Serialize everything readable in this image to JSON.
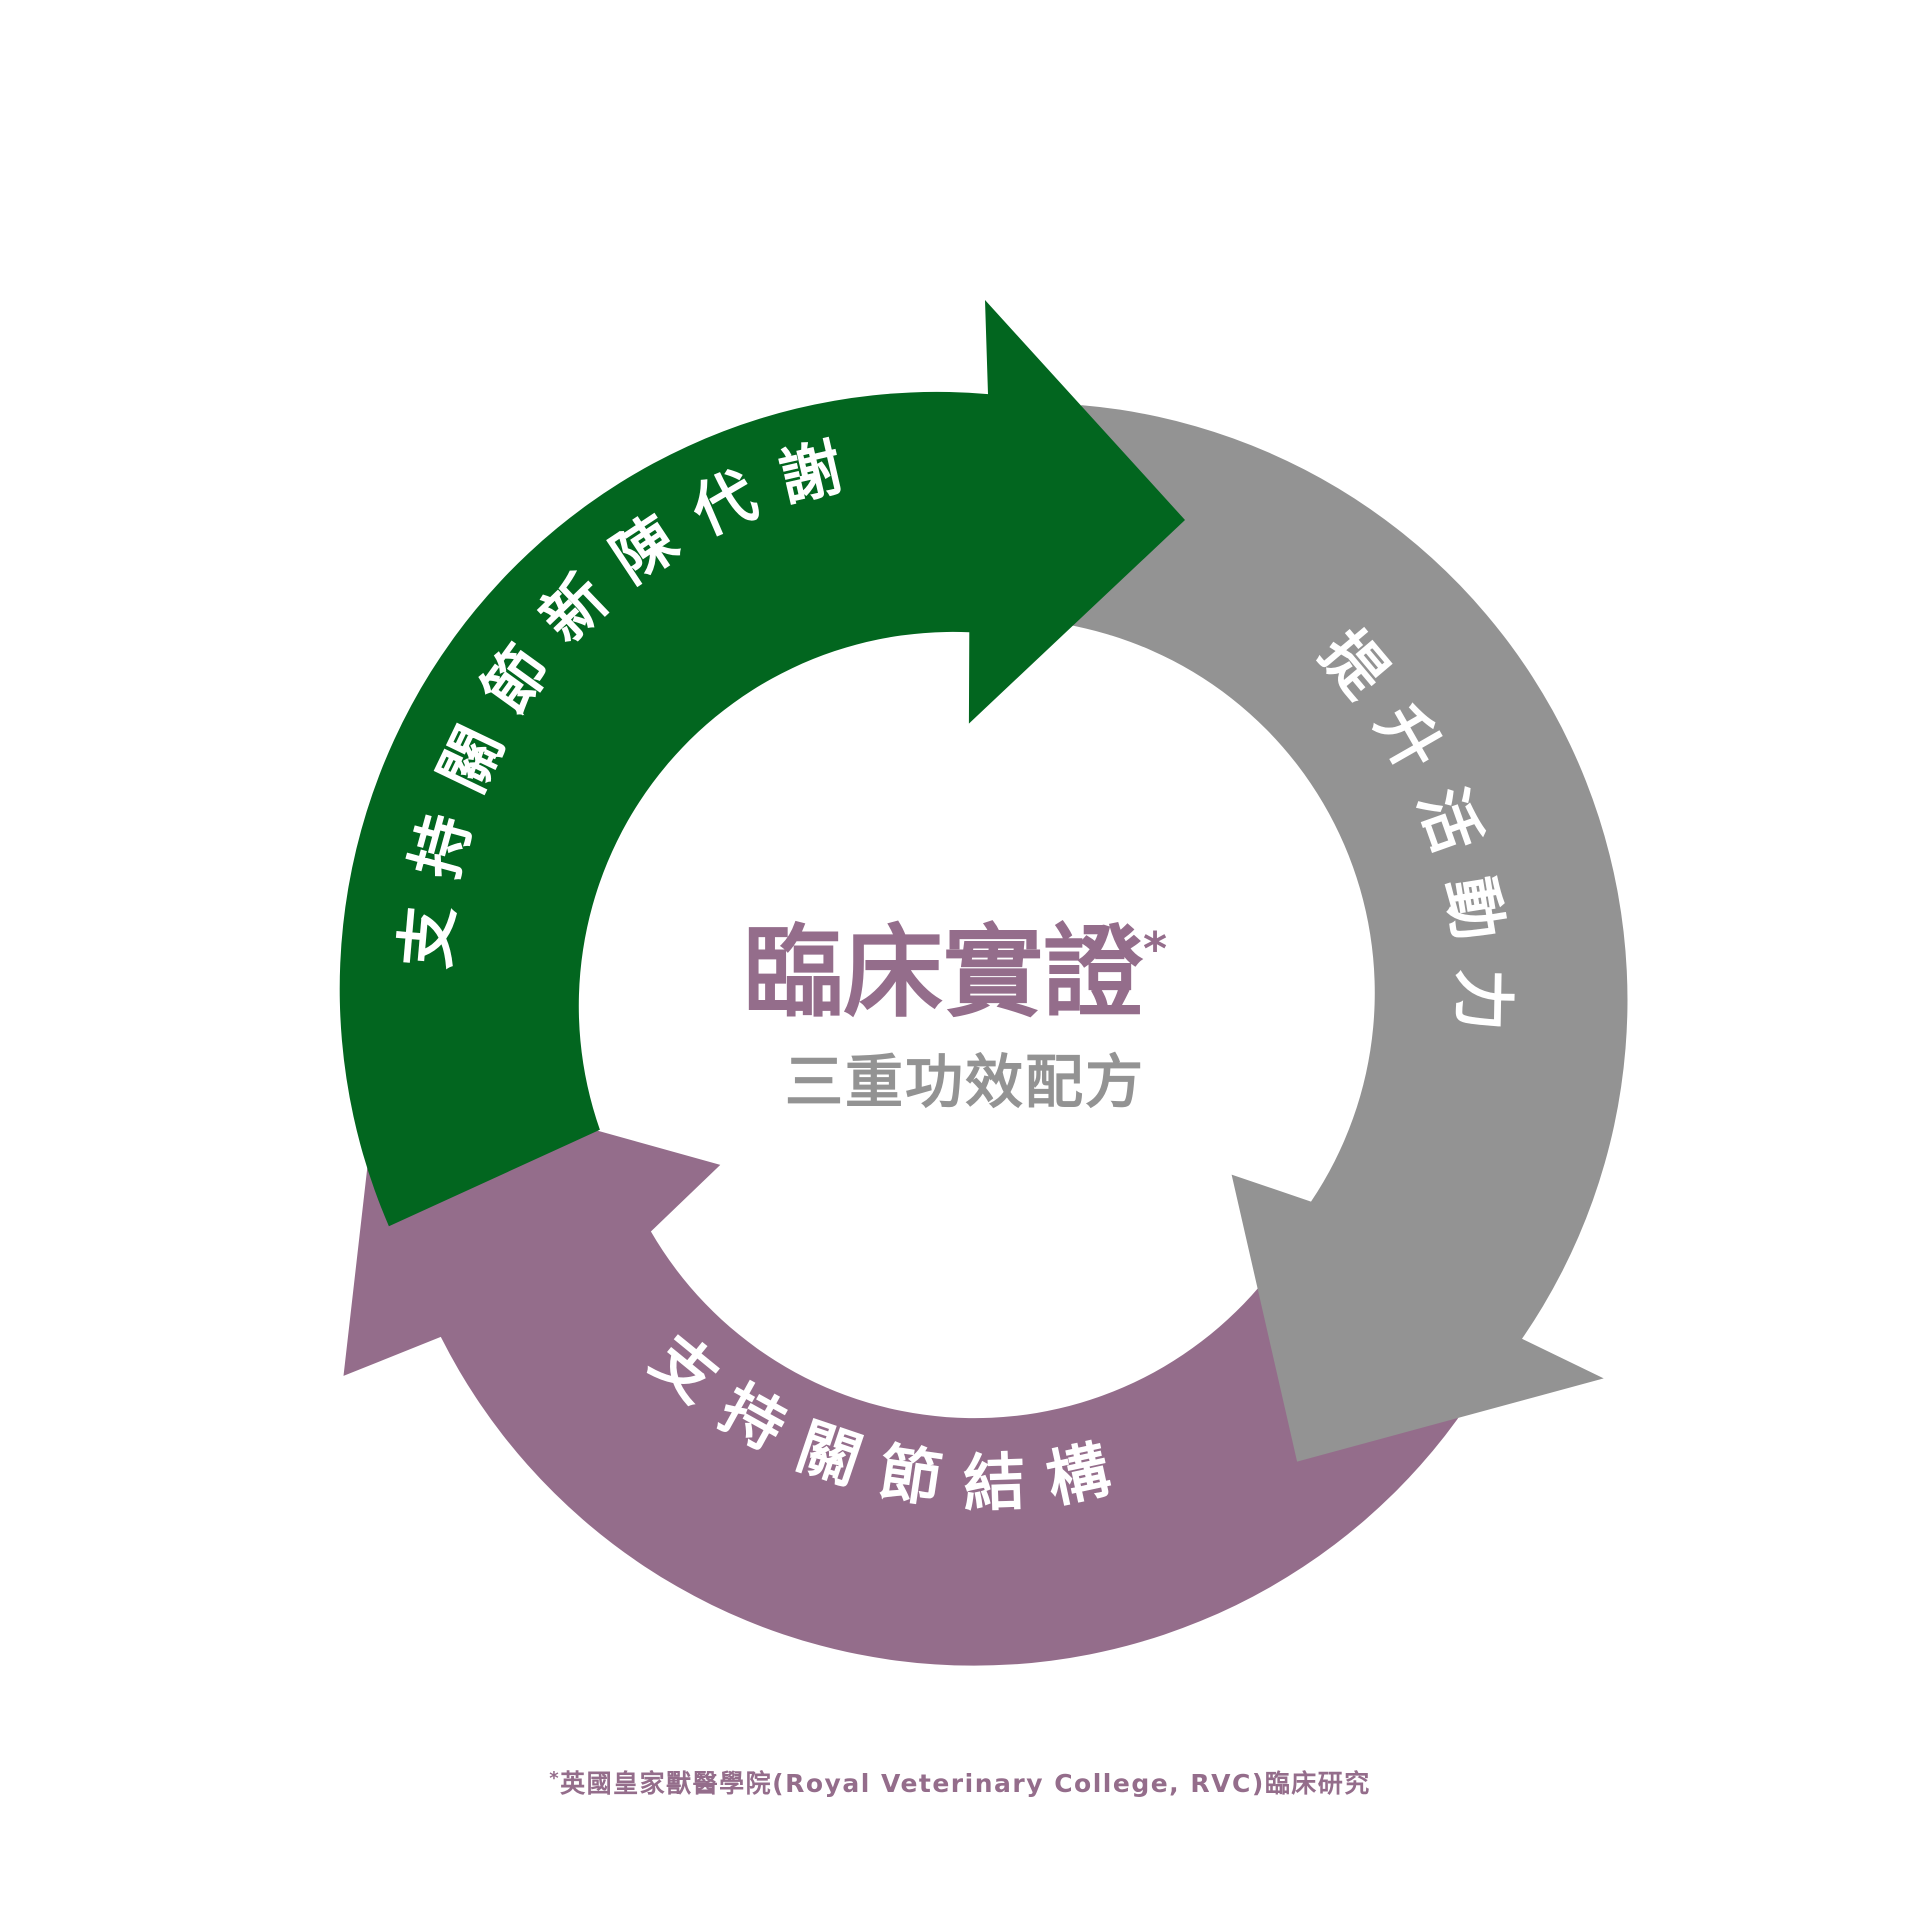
{
  "colors": {
    "green": "#02661f",
    "gray": "#939393",
    "purple": "#946d8b",
    "background": "#ffffff"
  },
  "arrows": [
    {
      "id": "green",
      "label": "支持關節新陳代謝"
    },
    {
      "id": "gray",
      "label": "提升活動力"
    },
    {
      "id": "purple",
      "label": "支持關節結構"
    }
  ],
  "center": {
    "title": "臨床實證",
    "title_mark": "*",
    "subtitle": "三重功效配方"
  },
  "footnote": {
    "mark": "*",
    "text": "英國皇家獸醫學院(Royal Veterinary College, RVC)臨床研究"
  }
}
